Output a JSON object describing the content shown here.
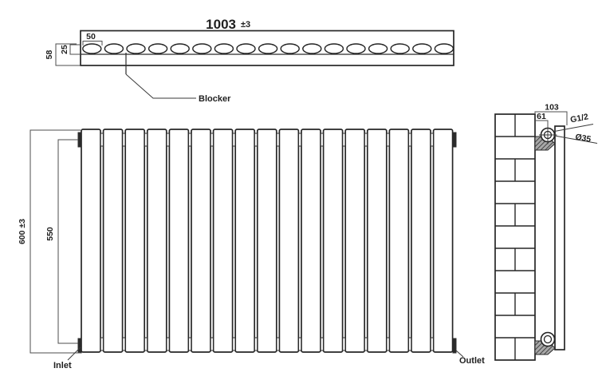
{
  "drawing": {
    "type": "radiator-dimension-drawing",
    "top_view": {
      "dim_width": "1003",
      "dim_width_tol": "±3",
      "dim_oval_width": "50",
      "dim_oval_depth": "25",
      "dim_total_depth": "58",
      "blocker_label": "Blocker",
      "oval_count": 17
    },
    "front_view": {
      "dim_height": "600 ±3",
      "dim_tapping_centres": "550",
      "inlet_label": "Inlet",
      "outlet_label": "Outlet",
      "panel_count": 17
    },
    "side_view": {
      "dim_depth": "103",
      "dim_bracket": "61",
      "thread_label": "G1/2",
      "diameter_label": "Ø35",
      "brick_rows": 11
    }
  }
}
